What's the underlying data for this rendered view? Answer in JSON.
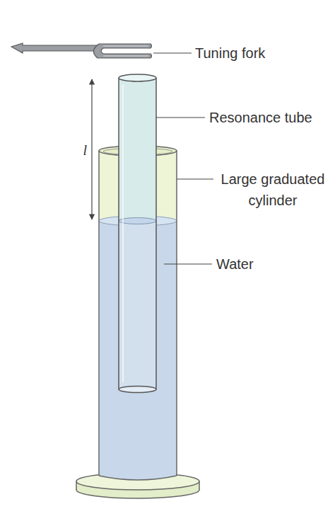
{
  "diagram": {
    "labels": [
      "Tuning fork",
      "Resonance tube",
      "Large graduated cylinder",
      "Water",
      "l"
    ]
  }
}
